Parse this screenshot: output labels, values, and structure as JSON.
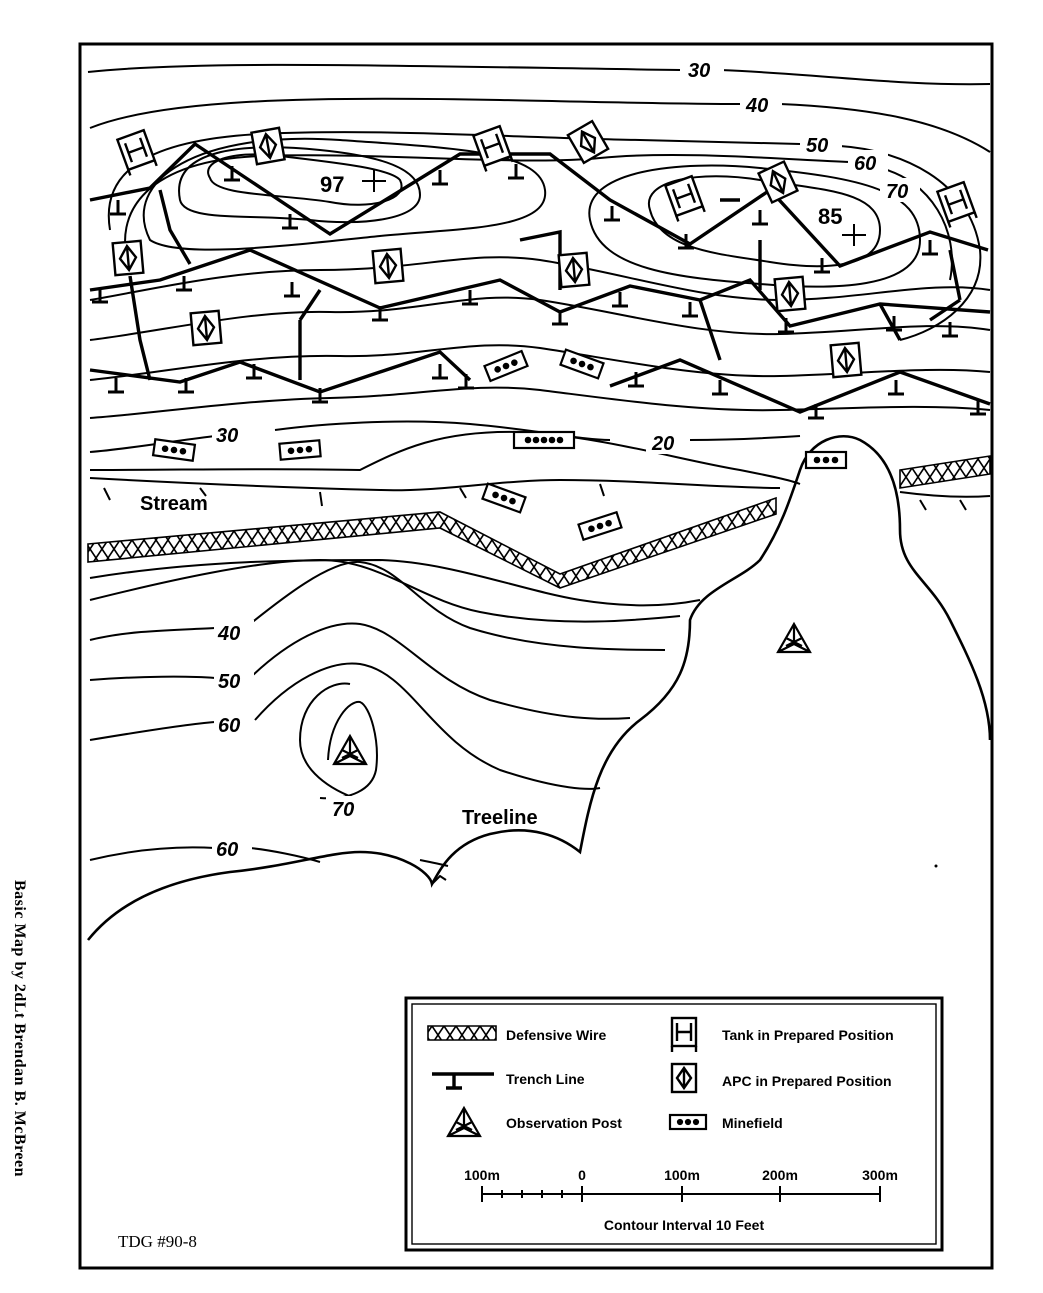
{
  "map": {
    "place_labels": {
      "stream": "Stream",
      "treeline": "Treeline"
    },
    "contour_labels": [
      "30",
      "40",
      "50",
      "60",
      "70",
      "30",
      "20",
      "40",
      "50",
      "60",
      "70",
      "60"
    ],
    "spot_heights": [
      "97",
      "85"
    ],
    "tdg_label": "TDG #90-8",
    "credit": "Basic Map by 2dLt Brendan B. McBreen"
  },
  "legend": {
    "items": [
      {
        "symbol": "wire-icon",
        "label": "Defensive Wire"
      },
      {
        "symbol": "tank-icon",
        "label": "Tank in Prepared Position"
      },
      {
        "symbol": "trench-icon",
        "label": "Trench Line"
      },
      {
        "symbol": "apc-icon",
        "label": "APC in Prepared Position"
      },
      {
        "symbol": "observation-icon",
        "label": "Observation Post"
      },
      {
        "symbol": "minefield-icon",
        "label": "Minefield"
      }
    ],
    "scale": {
      "ticks": [
        "100m",
        "0",
        "100m",
        "200m",
        "300m"
      ],
      "caption": "Contour Interval 10 Feet"
    }
  }
}
